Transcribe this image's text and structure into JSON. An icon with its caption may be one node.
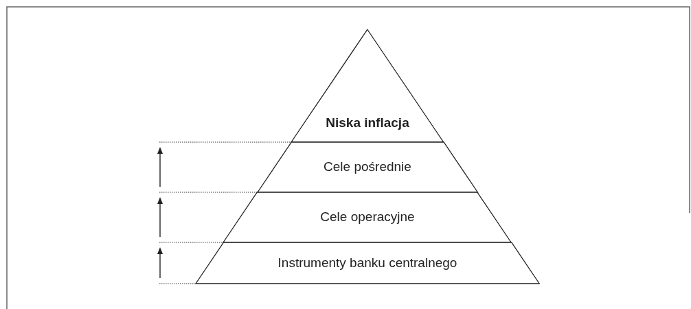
{
  "diagram": {
    "nodes": [
      {
        "text": [
          "Niska inflacja"
        ]
      },
      {
        "text": [
          "Cele pośrednie"
        ]
      },
      {
        "text": [
          "Cele operacyjne"
        ]
      },
      {
        "text": [
          "Instrumenty banku centralnego"
        ]
      }
    ]
  }
}
